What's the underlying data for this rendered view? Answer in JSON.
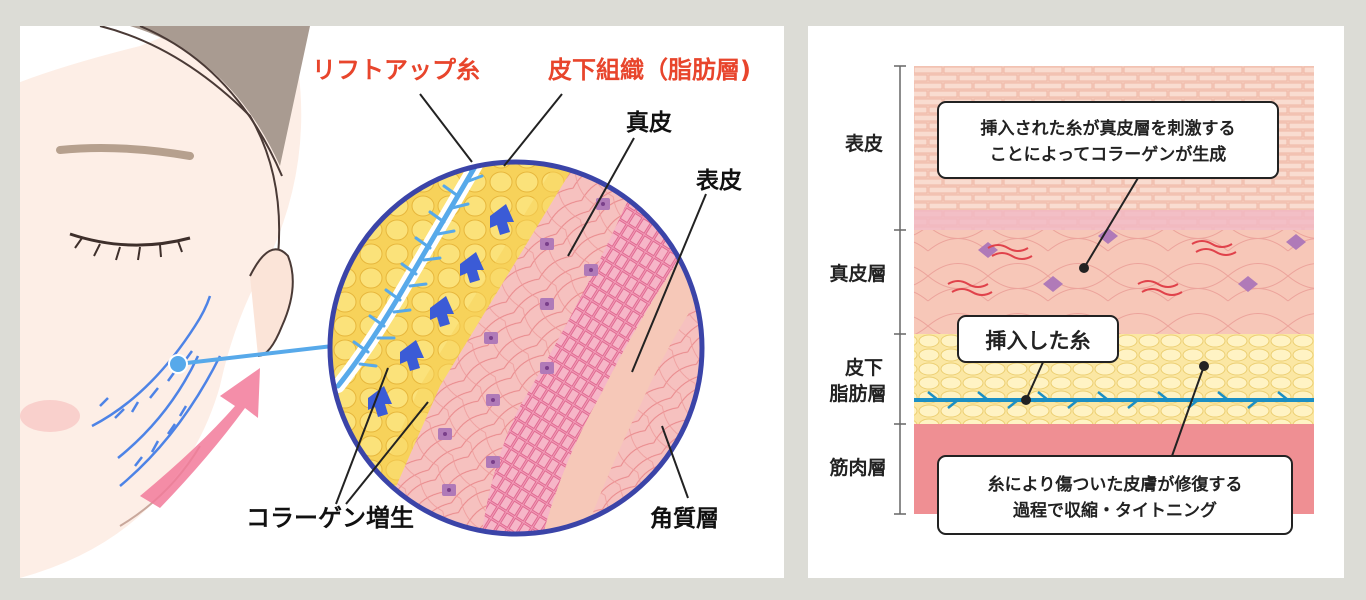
{
  "left_diagram": {
    "labels": {
      "lift_thread": "リフトアップ糸",
      "subcutaneous": "皮下組織（脂肪層)",
      "dermis": "真皮",
      "epidermis": "表皮",
      "collagen": "コラーゲン増生",
      "stratum_corneum": "角質層"
    },
    "colors": {
      "lift_thread_label": "#e8452c",
      "circle_border": "#3b44a8",
      "fat": "#f7d25a",
      "dermis": "#f6c1bf",
      "epidermis": "#e97aa0",
      "thread": "#57a9ea",
      "arrow": "#3b5bd6",
      "lift_arrow": "#f27a9a"
    }
  },
  "right_diagram": {
    "layer_labels": [
      {
        "key": "epidermis",
        "lines": [
          "表皮"
        ]
      },
      {
        "key": "dermis",
        "lines": [
          "真皮層"
        ]
      },
      {
        "key": "fat",
        "lines": [
          "皮下",
          "脂肪層"
        ]
      },
      {
        "key": "muscle",
        "lines": [
          "筋肉層"
        ]
      }
    ],
    "callouts": {
      "top": [
        "挿入された糸が真皮層を刺激する",
        "ことによってコラーゲンが生成"
      ],
      "middle": "挿入した糸",
      "bottom": [
        "糸により傷ついた皮膚が修復する",
        "過程で収縮・タイトニング"
      ]
    },
    "colors": {
      "epidermis": "#f6cfc0",
      "dermis": "#f7c7b8",
      "fat": "#fbe7a3",
      "muscle": "#ef8f93",
      "thread": "#1b8fc4",
      "cell": "#b07ab8"
    }
  }
}
